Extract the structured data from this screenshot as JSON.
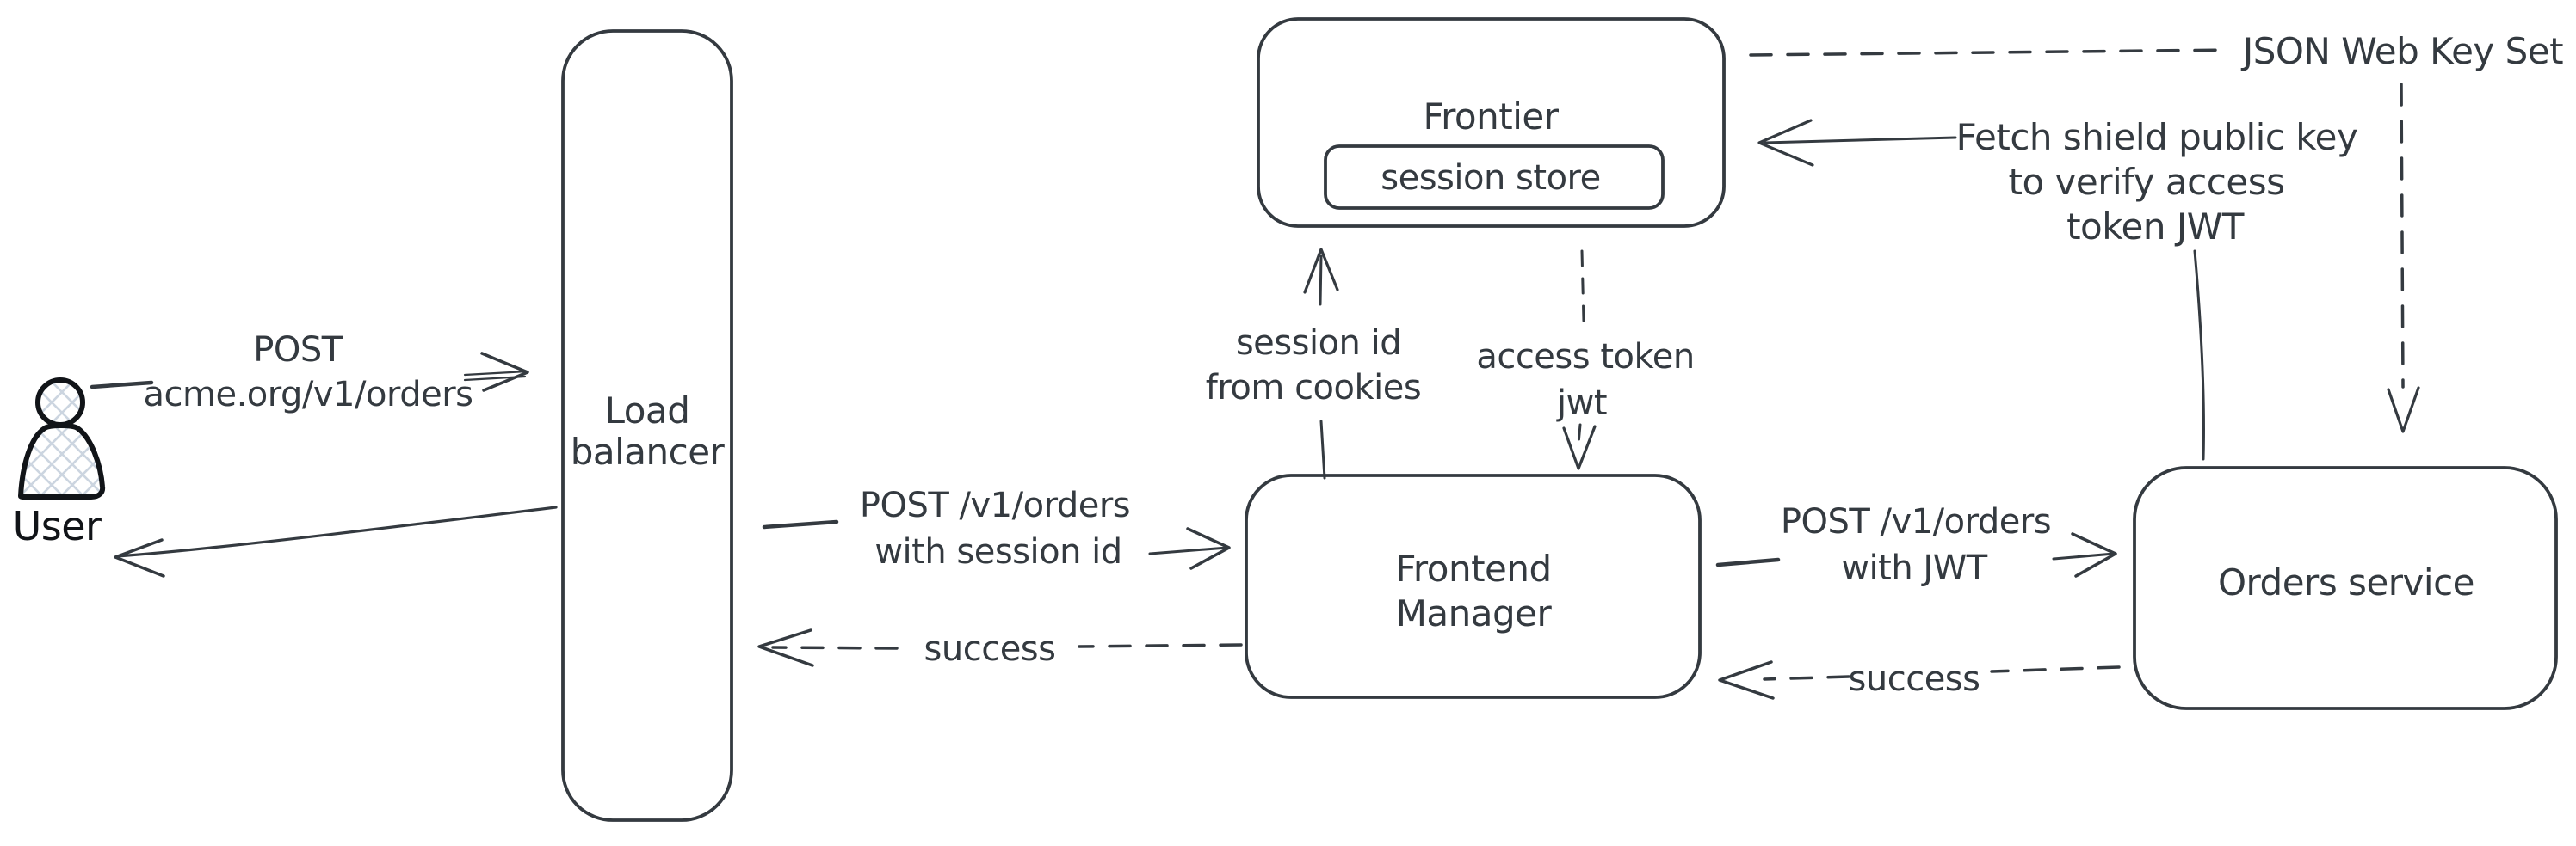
{
  "diagram": {
    "colors": {
      "ink": "#343a40",
      "user_ink": "#111418",
      "user_hatch": "#ccd5e0",
      "background": "#ffffff"
    },
    "nodes": {
      "user": {
        "label": "User"
      },
      "load_balancer": {
        "line1": "Load",
        "line2": "balancer"
      },
      "frontier": {
        "label": "Frontier",
        "session_store_label": "session store"
      },
      "frontend_manager": {
        "line1": "Frontend",
        "line2": "Manager"
      },
      "orders_service": {
        "label": "Orders service"
      }
    },
    "edges": {
      "user_to_lb": {
        "line1": "POST",
        "line2": "acme.org/v1/orders"
      },
      "lb_to_fm": {
        "line1": "POST /v1/orders",
        "line2": "with session id"
      },
      "fm_to_lb": {
        "label": "success"
      },
      "fm_to_frontier": {
        "line1": "session id",
        "line2": "from cookies"
      },
      "frontier_to_fm": {
        "line1": "access token",
        "line2": "jwt"
      },
      "fm_to_orders": {
        "line1": "POST /v1/orders",
        "line2": "with JWT"
      },
      "orders_to_fm": {
        "label": "success"
      },
      "jwks": {
        "label": "JSON Web Key Set"
      },
      "fetch_key": {
        "line1": "Fetch shield public key",
        "line2": "to verify access",
        "line3": "token JWT"
      }
    }
  }
}
